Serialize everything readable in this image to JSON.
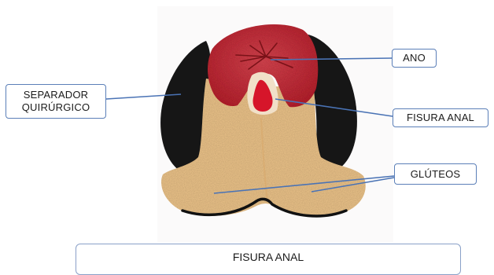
{
  "diagram": {
    "labels": {
      "separador_line1": "SEPARADOR",
      "separador_line2": "QUIRÚRGICO",
      "ano": "ANO",
      "fisura": "FISURA ANAL",
      "gluteos": "GLÚTEOS"
    },
    "caption": "FISURA ANAL"
  },
  "colors": {
    "skin": "#edc48a",
    "retractor": "#1d1d1f",
    "anus": "#c8323e",
    "fissure": "#d6152a",
    "leader_line": "#4a73b5",
    "box_border": "#5b7fb8"
  }
}
